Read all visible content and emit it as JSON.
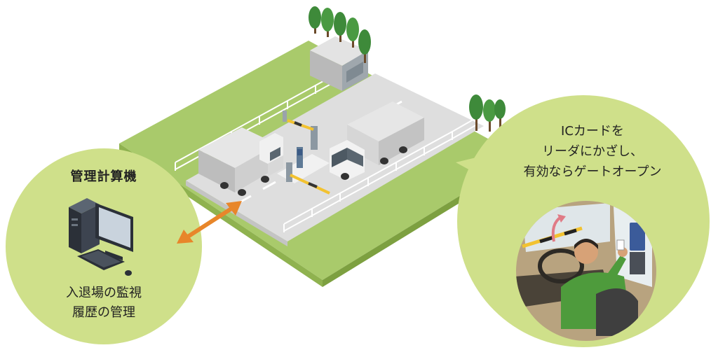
{
  "left_bubble": {
    "title": "管理計算機",
    "line1": "入退場の監視",
    "line2": "履歴の管理"
  },
  "right_bubble": {
    "line1": "ICカードを",
    "line2": "リーダにかざし、",
    "line3": "有効ならゲートオープン"
  },
  "colors": {
    "grass": "#a8c96a",
    "bubble": "#cfe08a",
    "road": "#dcdcdc",
    "arrow": "#e8862a",
    "gate_stripe": "#f2c230"
  }
}
